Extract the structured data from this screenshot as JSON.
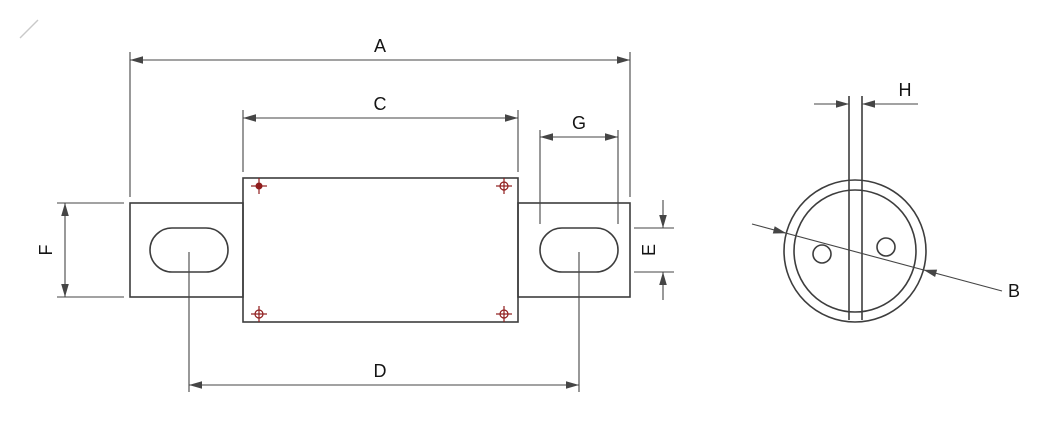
{
  "drawing": {
    "dimensions": {
      "overall_length": {
        "label": "A"
      },
      "diameter": {
        "label": "B"
      },
      "body_length": {
        "label": "C"
      },
      "slot_center_distance": {
        "label": "D"
      },
      "slot_height": {
        "label": "E"
      },
      "terminal_width": {
        "label": "F"
      },
      "slot_length": {
        "label": "G"
      },
      "blade_thickness": {
        "label": "H"
      }
    }
  },
  "colors": {
    "line": "#3d3d3d",
    "dim": "#454545",
    "text": "#141414",
    "marker": "#8f1d1d",
    "artifact": "#c9c9c9",
    "bg": "#ffffff"
  }
}
